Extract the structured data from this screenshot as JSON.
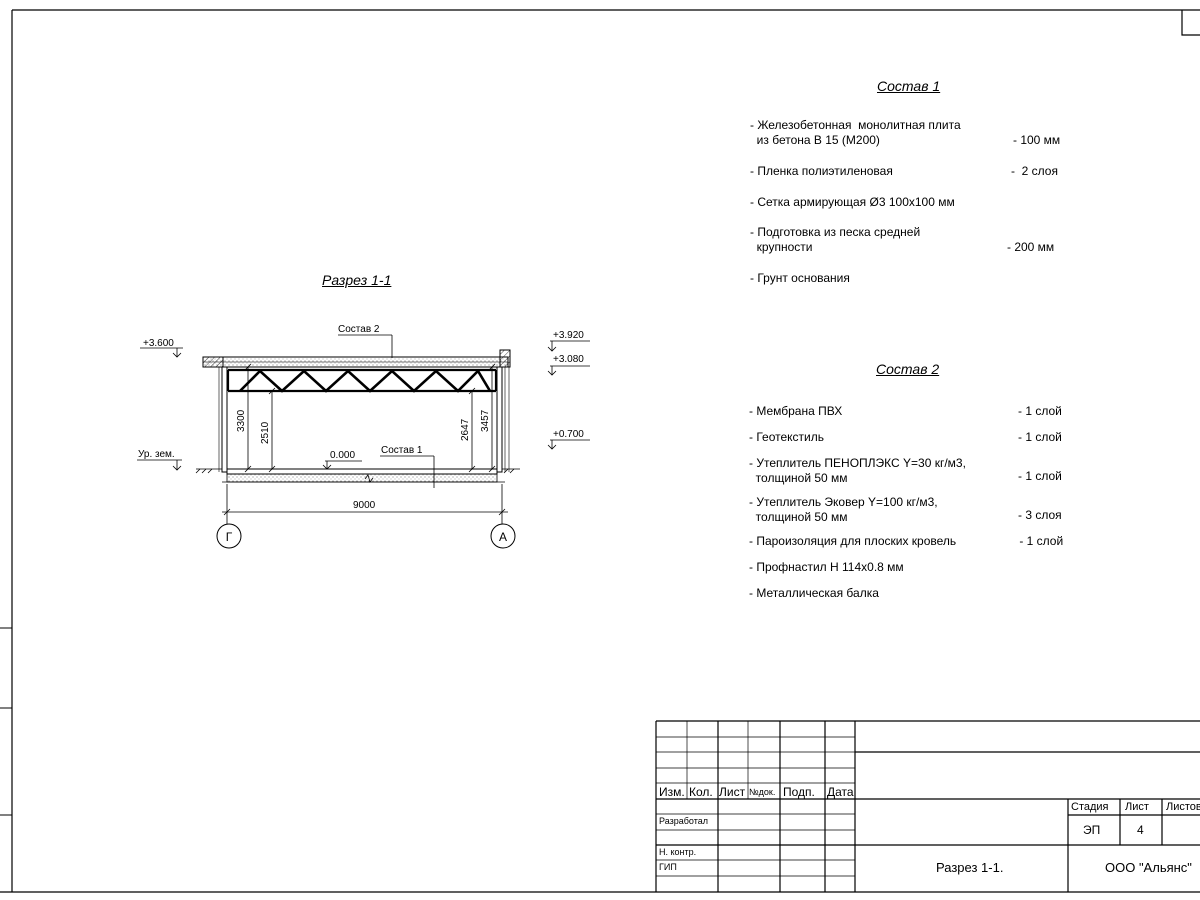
{
  "section": {
    "title": "Разрез 1-1",
    "levels": {
      "l3600": "+3.600",
      "l3920": "+3.920",
      "l3080": "+3.080",
      "l0700": "+0.700",
      "ground": "Ур. зем.",
      "zero": "0.000"
    },
    "callouts": {
      "top": "Состав 2",
      "bottom": "Состав 1"
    },
    "dims": {
      "d3300": "3300",
      "d2510": "2510",
      "d2647": "2647",
      "d3457": "3457",
      "span": "9000"
    },
    "axes": {
      "left": "Г",
      "right": "А"
    }
  },
  "composition1": {
    "title": "Состав 1",
    "items": [
      {
        "text": "- Железобетонная  монолитная плита\n  из бетона В 15 (М200)",
        "value": "- 100 мм"
      },
      {
        "text": "- Пленка полиэтиленовая",
        "value": "-  2 слоя"
      },
      {
        "text": "- Сетка армирующая Ø3 100х100 мм",
        "value": ""
      },
      {
        "text": "- Подготовка из песка средней\n  крупности",
        "value": "- 200 мм"
      },
      {
        "text": "- Грунт основания",
        "value": ""
      }
    ]
  },
  "composition2": {
    "title": "Состав 2",
    "items": [
      {
        "text": "- Мембрана ПВХ",
        "value": "- 1 слой"
      },
      {
        "text": "- Геотекстиль",
        "value": "- 1 слой"
      },
      {
        "text": "- Утеплитель ПЕНОПЛЭКС Y=30 кг/м3,\n  толщиной 50 мм",
        "value": "- 1 слой"
      },
      {
        "text": "- Утеплитель Эковер Y=100 кг/м3,\n  толщиной 50 мм",
        "value": "- 3 слоя"
      },
      {
        "text": "- Пароизоляция для плоских кровель",
        "value": " - 1 слой"
      },
      {
        "text": "- Профнастил Н 114х0.8 мм",
        "value": ""
      },
      {
        "text": "- Металлическая балка",
        "value": ""
      }
    ]
  },
  "title_block": {
    "columns": [
      "Изм.",
      "Кол.",
      "Лист",
      "№док.",
      "Подп.",
      "Дата"
    ],
    "roles": [
      "Разработал",
      "Н. контр.",
      "ГИП"
    ],
    "stage_headers": [
      "Стадия",
      "Лист",
      "Листов"
    ],
    "stage": "ЭП",
    "sheet": "4",
    "drawing_name": "Разрез 1-1.",
    "company": "ООО \"Альянс\""
  }
}
